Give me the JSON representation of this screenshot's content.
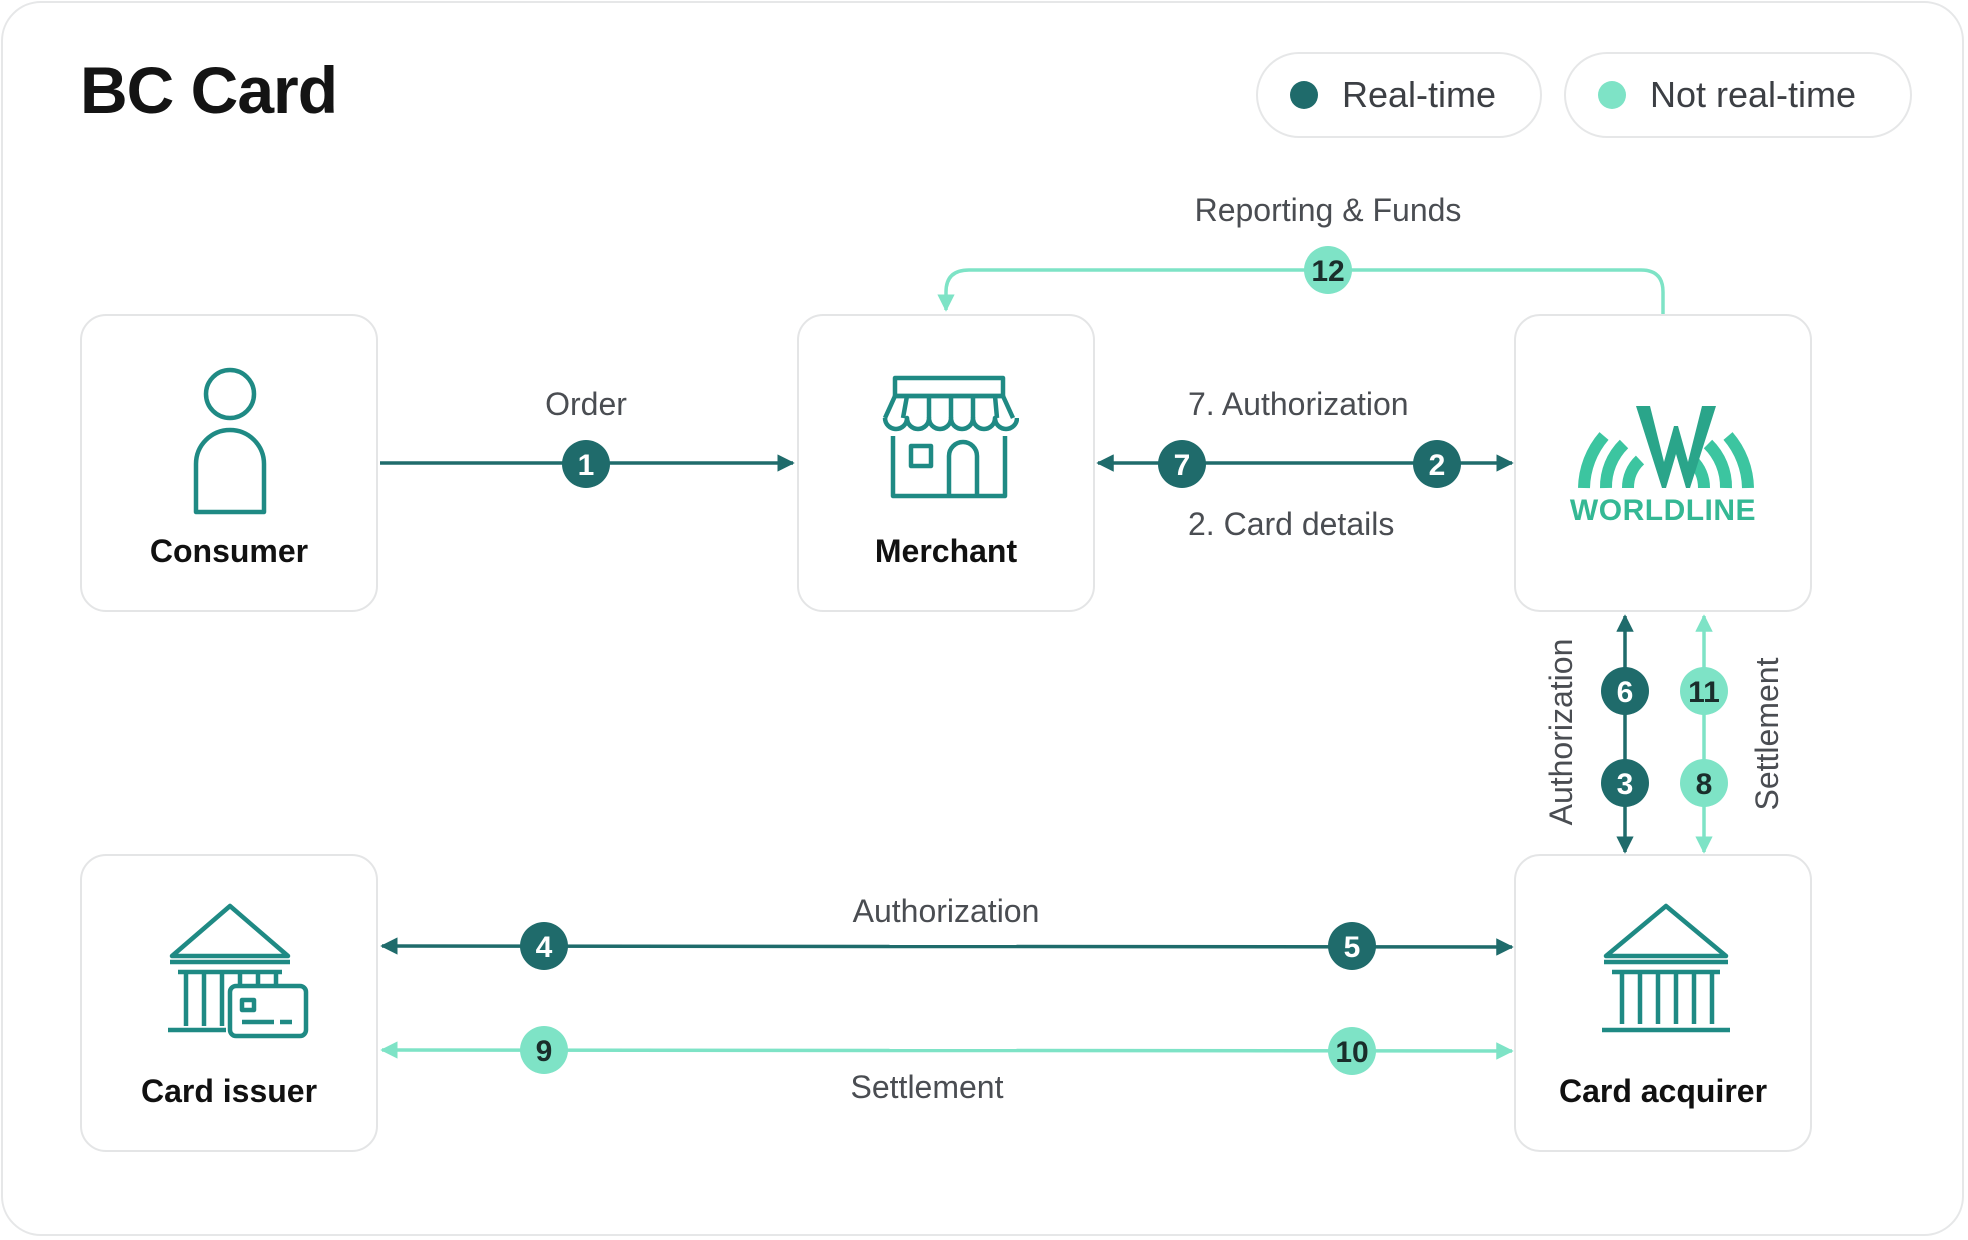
{
  "title": "BC Card",
  "colors": {
    "real_time": "#1f6b6b",
    "not_real_time": "#7ee3c6",
    "border": "#e4e5e6",
    "text": "#4a4d52"
  },
  "legend": [
    {
      "label": "Real-time",
      "color": "#1f6b6b"
    },
    {
      "label": "Not real-time",
      "color": "#7ee3c6"
    }
  ],
  "nodes": {
    "consumer": {
      "label": "Consumer",
      "icon": "person-icon"
    },
    "merchant": {
      "label": "Merchant",
      "icon": "storefront-icon"
    },
    "worldline": {
      "label": "WORLDLINE",
      "icon": "worldline-logo"
    },
    "card_issuer": {
      "label": "Card issuer",
      "icon": "bank-card-icon"
    },
    "card_acquirer": {
      "label": "Card acquirer",
      "icon": "bank-icon"
    }
  },
  "edge_labels": {
    "reporting_funds": "Reporting & Funds",
    "order": "Order",
    "authorization_7": "7. Authorization",
    "card_details_2": "2. Card details",
    "authorization_vertical": "Authorization",
    "settlement_vertical": "Settlement",
    "authorization_bottom": "Authorization",
    "settlement_bottom": "Settlement"
  },
  "steps": {
    "s1": "1",
    "s2": "2",
    "s3": "3",
    "s4": "4",
    "s5": "5",
    "s6": "6",
    "s7": "7",
    "s8": "8",
    "s9": "9",
    "s10": "10",
    "s11": "11",
    "s12": "12"
  }
}
